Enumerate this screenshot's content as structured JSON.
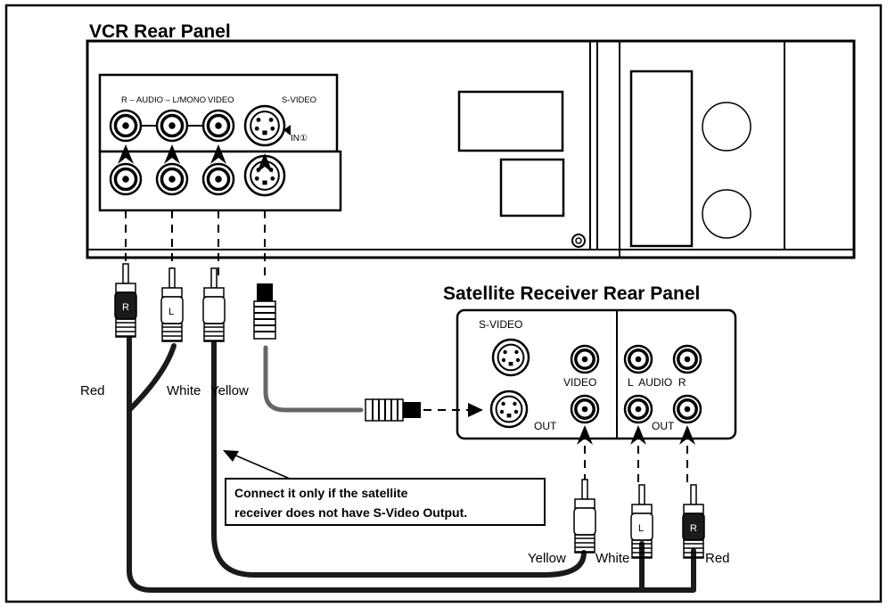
{
  "vcr": {
    "title": "VCR Rear Panel",
    "labels": {
      "r_audio_lmono": "R – AUDIO – L/MONO",
      "video": "VIDEO",
      "svideo": "S-VIDEO",
      "in1": "IN①"
    }
  },
  "satellite": {
    "title": "Satellite Receiver Rear Panel",
    "labels": {
      "svideo": "S-VIDEO",
      "video": "VIDEO",
      "out": "OUT",
      "audio": "L  AUDIO  R",
      "out2": "OUT"
    }
  },
  "cables": {
    "left_labels": [
      "Red",
      "White",
      "Yellow"
    ],
    "right_labels": [
      "Yellow",
      "White",
      "Red"
    ],
    "plug_letters": {
      "red": "R",
      "white": "L"
    }
  },
  "note": {
    "lines": [
      "Connect it only if the satellite",
      "receiver does not have S-Video Output."
    ]
  },
  "colors": {
    "line": "#000000",
    "cable_dark": "#1a1a1a",
    "cable_grey": "#666666",
    "panel_fill": "#ffffff"
  }
}
